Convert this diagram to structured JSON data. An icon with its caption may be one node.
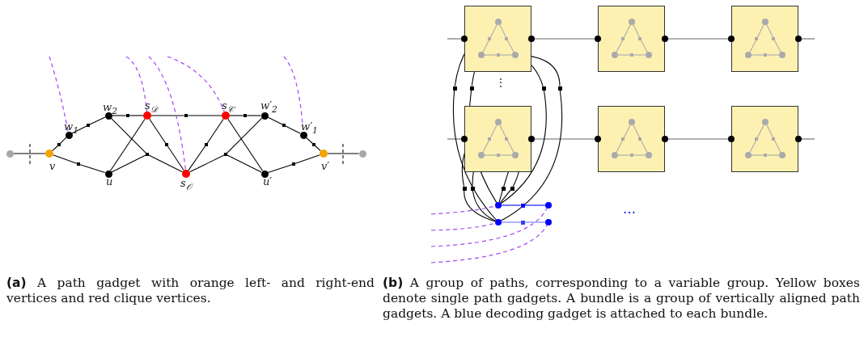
{
  "diagram": {
    "nodes": [
      {
        "text": [],
        "shape": "circle"
      },
      {
        "text": [],
        "shape": "circle",
        "beside": [
          "v"
        ]
      },
      {
        "text": [],
        "shape": "circle",
        "beside": [
          "w$_{1}$"
        ]
      },
      {
        "text": [],
        "shape": "circle",
        "beside": [
          "w$_{2}$"
        ]
      },
      {
        "text": [],
        "shape": "circle",
        "beside": [
          "s$_{𝒟}$"
        ]
      },
      {
        "text": [],
        "shape": "circle",
        "beside": [
          "s$_{𝒞}$"
        ]
      },
      {
        "text": [],
        "shape": "circle",
        "beside": [
          "w′$_{2}$"
        ]
      },
      {
        "text": [],
        "shape": "circle",
        "beside": [
          "w′$_{1}$"
        ]
      },
      {
        "text": [],
        "shape": "circle",
        "beside": [
          "v′"
        ]
      },
      {
        "text": [],
        "shape": "circle"
      },
      {
        "text": [],
        "shape": "circle",
        "beside": [
          "u"
        ]
      },
      {
        "text": [],
        "shape": "circle",
        "beside": [
          "s$_{𝒪}$"
        ]
      },
      {
        "text": [],
        "shape": "circle",
        "beside": [
          "u′"
        ]
      },
      {
        "text": [],
        "shape": "box"
      },
      {
        "text": [],
        "shape": "box"
      },
      {
        "text": [],
        "shape": "box"
      },
      {
        "text": [],
        "shape": "box"
      },
      {
        "text": [],
        "shape": "box"
      },
      {
        "text": [],
        "shape": "box"
      },
      {
        "text": [],
        "shape": "box"
      },
      {
        "text": [],
        "shape": "box"
      },
      {
        "text": [],
        "shape": "box"
      },
      {
        "text": [],
        "shape": "box"
      },
      {
        "text": [],
        "shape": "box"
      },
      {
        "text": [],
        "shape": "box"
      },
      {
        "text": [],
        "shape": "box"
      },
      {
        "text": [],
        "shape": "box"
      },
      {
        "text": [],
        "shape": "circle",
        "in": 26
      },
      {
        "text": [],
        "shape": "circle",
        "in": 26
      },
      {
        "text": [],
        "shape": "circle",
        "in": 26
      },
      {
        "text": [],
        "shape": "box",
        "in": 26
      },
      {
        "text": [],
        "shape": "box",
        "in": 26
      },
      {
        "text": [],
        "shape": "box",
        "in": 26
      },
      {
        "text": [],
        "shape": "box"
      },
      {
        "text": [],
        "shape": "circle",
        "in": 33
      },
      {
        "text": [],
        "shape": "circle",
        "in": 33
      },
      {
        "text": [],
        "shape": "circle",
        "in": 33
      },
      {
        "text": [],
        "shape": "box",
        "in": 33
      },
      {
        "text": [],
        "shape": "box",
        "in": 33
      },
      {
        "text": [],
        "shape": "box",
        "in": 33
      },
      {
        "text": [],
        "shape": "box"
      },
      {
        "text": [],
        "shape": "circle",
        "in": 40
      },
      {
        "text": [],
        "shape": "circle",
        "in": 40
      },
      {
        "text": [],
        "shape": "circle",
        "in": 40
      },
      {
        "text": [],
        "shape": "box",
        "in": 40
      },
      {
        "text": [],
        "shape": "box",
        "in": 40
      },
      {
        "text": [],
        "shape": "box",
        "in": 40
      },
      {
        "text": [],
        "shape": "box"
      },
      {
        "text": [],
        "shape": "circle",
        "in": 47
      },
      {
        "text": [],
        "shape": "circle",
        "in": 47
      },
      {
        "text": [],
        "shape": "circle",
        "in": 47
      },
      {
        "text": [],
        "shape": "box",
        "in": 47
      },
      {
        "text": [],
        "shape": "box",
        "in": 47
      },
      {
        "text": [],
        "shape": "box",
        "in": 47
      },
      {
        "text": [],
        "shape": "box"
      },
      {
        "text": [],
        "shape": "circle",
        "in": 54
      },
      {
        "text": [],
        "shape": "circle",
        "in": 54
      },
      {
        "text": [],
        "shape": "circle",
        "in": 54
      },
      {
        "text": [],
        "shape": "box",
        "in": 54
      },
      {
        "text": [],
        "shape": "box",
        "in": 54
      },
      {
        "text": [],
        "shape": "box",
        "in": 54
      },
      {
        "text": [],
        "shape": "box"
      },
      {
        "text": [],
        "shape": "circle",
        "in": 61
      },
      {
        "text": [],
        "shape": "circle",
        "in": 61
      },
      {
        "text": [],
        "shape": "circle",
        "in": 61
      },
      {
        "text": [],
        "shape": "box",
        "in": 61
      },
      {
        "text": [],
        "shape": "box",
        "in": 61
      },
      {
        "text": [],
        "shape": "box",
        "in": 61
      },
      {
        "text": [],
        "shape": "circle"
      },
      {
        "text": [],
        "shape": "circle"
      },
      {
        "text": [],
        "shape": "circle"
      },
      {
        "text": [],
        "shape": "circle"
      },
      {
        "text": [],
        "shape": "circle"
      },
      {
        "text": [],
        "shape": "circle"
      },
      {
        "text": [],
        "shape": "circle"
      },
      {
        "text": [],
        "shape": "circle"
      },
      {
        "text": [],
        "shape": "circle"
      },
      {
        "text": [],
        "shape": "circle"
      },
      {
        "text": [],
        "shape": "circle"
      },
      {
        "text": [],
        "shape": "circle"
      },
      {
        "text": [],
        "shape": "box"
      },
      {
        "text": [],
        "shape": "box"
      },
      {
        "text": [],
        "shape": "box"
      },
      {
        "text": [],
        "shape": "box"
      },
      {
        "text": [],
        "shape": "box"
      },
      {
        "text": [],
        "shape": "box"
      },
      {
        "text": [],
        "shape": "box"
      },
      {
        "text": [],
        "shape": "box"
      },
      {
        "text": [],
        "shape": "circle"
      },
      {
        "text": [],
        "shape": "box"
      },
      {
        "text": [],
        "shape": "circle"
      },
      {
        "text": [],
        "shape": "circle"
      },
      {
        "text": [],
        "shape": "box"
      },
      {
        "text": [],
        "shape": "circle"
      }
    ],
    "edges": [
      {
        "from": 0,
        "to": 1,
        "arrow": "none"
      },
      {
        "from": 1,
        "to": 13,
        "arrow": "none"
      },
      {
        "from": 13,
        "to": 2,
        "arrow": "none"
      },
      {
        "from": 2,
        "to": 14,
        "arrow": "none"
      },
      {
        "from": 14,
        "to": 3,
        "arrow": "none"
      },
      {
        "from": 1,
        "to": 15,
        "arrow": "none"
      },
      {
        "from": 15,
        "to": 10,
        "arrow": "none"
      },
      {
        "from": 3,
        "to": 16,
        "arrow": "none"
      },
      {
        "from": 16,
        "to": 4,
        "arrow": "none"
      },
      {
        "from": 4,
        "to": 17,
        "arrow": "none"
      },
      {
        "from": 17,
        "to": 5,
        "arrow": "none"
      },
      {
        "from": 5,
        "to": 18,
        "arrow": "none"
      },
      {
        "from": 18,
        "to": 6,
        "arrow": "none"
      },
      {
        "from": 6,
        "to": 19,
        "arrow": "none"
      },
      {
        "from": 19,
        "to": 7,
        "arrow": "none"
      },
      {
        "from": 7,
        "to": 20,
        "arrow": "none"
      },
      {
        "from": 20,
        "to": 8,
        "arrow": "none"
      },
      {
        "from": 12,
        "to": 21,
        "arrow": "none"
      },
      {
        "from": 21,
        "to": 8,
        "arrow": "none"
      },
      {
        "from": 8,
        "to": 9,
        "arrow": "none"
      },
      {
        "from": 4,
        "to": 10,
        "arrow": "none"
      },
      {
        "from": 4,
        "to": 22,
        "arrow": "none"
      },
      {
        "from": 22,
        "to": 11,
        "arrow": "none"
      },
      {
        "from": 5,
        "to": 23,
        "arrow": "none"
      },
      {
        "from": 23,
        "to": 11,
        "arrow": "none"
      },
      {
        "from": 5,
        "to": 12,
        "arrow": "none"
      },
      {
        "from": 3,
        "to": 24,
        "arrow": "none"
      },
      {
        "from": 10,
        "to": 24,
        "arrow": "none"
      },
      {
        "from": 24,
        "to": 11,
        "arrow": "none"
      },
      {
        "from": 6,
        "to": 25,
        "arrow": "none"
      },
      {
        "from": 12,
        "to": 25,
        "arrow": "none"
      },
      {
        "from": 25,
        "to": 11,
        "arrow": "none"
      },
      {
        "from": null,
        "to": 2,
        "arrow": "none",
        "style": "dashed",
        "color": "#a347f0"
      },
      {
        "from": null,
        "to": 4,
        "arrow": "none",
        "style": "dashed",
        "color": "#a347f0"
      },
      {
        "from": null,
        "to": 11,
        "arrow": "none",
        "style": "dashed",
        "color": "#a347f0"
      },
      {
        "from": null,
        "to": 5,
        "arrow": "none",
        "style": "dashed",
        "color": "#a347f0"
      },
      {
        "from": null,
        "to": 7,
        "arrow": "none",
        "style": "dashed",
        "color": "#a347f0"
      },
      {
        "from": 27,
        "to": 30,
        "arrow": "none",
        "color": "#aaaaaa"
      },
      {
        "from": 30,
        "to": 28,
        "arrow": "none",
        "color": "#aaaaaa"
      },
      {
        "from": 27,
        "to": 31,
        "arrow": "none",
        "color": "#aaaaaa"
      },
      {
        "from": 31,
        "to": 29,
        "arrow": "none",
        "color": "#aaaaaa"
      },
      {
        "from": 28,
        "to": 32,
        "arrow": "none",
        "color": "#aaaaaa"
      },
      {
        "from": 32,
        "to": 29,
        "arrow": "none",
        "color": "#aaaaaa"
      },
      {
        "from": 34,
        "to": 37,
        "arrow": "none",
        "color": "#aaaaaa"
      },
      {
        "from": 37,
        "to": 35,
        "arrow": "none",
        "color": "#aaaaaa"
      },
      {
        "from": 34,
        "to": 38,
        "arrow": "none",
        "color": "#aaaaaa"
      },
      {
        "from": 38,
        "to": 36,
        "arrow": "none",
        "color": "#aaaaaa"
      },
      {
        "from": 35,
        "to": 39,
        "arrow": "none",
        "color": "#aaaaaa"
      },
      {
        "from": 39,
        "to": 36,
        "arrow": "none",
        "color": "#aaaaaa"
      },
      {
        "from": 41,
        "to": 44,
        "arrow": "none",
        "color": "#aaaaaa"
      },
      {
        "from": 44,
        "to": 42,
        "arrow": "none",
        "color": "#aaaaaa"
      },
      {
        "from": 41,
        "to": 45,
        "arrow": "none",
        "color": "#aaaaaa"
      },
      {
        "from": 45,
        "to": 43,
        "arrow": "none",
        "color": "#aaaaaa"
      },
      {
        "from": 42,
        "to": 46,
        "arrow": "none",
        "color": "#aaaaaa"
      },
      {
        "from": 46,
        "to": 43,
        "arrow": "none",
        "color": "#aaaaaa"
      },
      {
        "from": 48,
        "to": 51,
        "arrow": "none",
        "color": "#aaaaaa"
      },
      {
        "from": 51,
        "to": 49,
        "arrow": "none",
        "color": "#aaaaaa"
      },
      {
        "from": 48,
        "to": 52,
        "arrow": "none",
        "color": "#aaaaaa"
      },
      {
        "from": 52,
        "to": 50,
        "arrow": "none",
        "color": "#aaaaaa"
      },
      {
        "from": 49,
        "to": 53,
        "arrow": "none",
        "color": "#aaaaaa"
      },
      {
        "from": 53,
        "to": 50,
        "arrow": "none",
        "color": "#aaaaaa"
      },
      {
        "from": 55,
        "to": 58,
        "arrow": "none",
        "color": "#aaaaaa"
      },
      {
        "from": 58,
        "to": 56,
        "arrow": "none",
        "color": "#aaaaaa"
      },
      {
        "from": 55,
        "to": 59,
        "arrow": "none",
        "color": "#aaaaaa"
      },
      {
        "from": 59,
        "to": 57,
        "arrow": "none",
        "color": "#aaaaaa"
      },
      {
        "from": 56,
        "to": 60,
        "arrow": "none",
        "color": "#aaaaaa"
      },
      {
        "from": 60,
        "to": 57,
        "arrow": "none",
        "color": "#aaaaaa"
      },
      {
        "from": 62,
        "to": 65,
        "arrow": "none",
        "color": "#aaaaaa"
      },
      {
        "from": 65,
        "to": 63,
        "arrow": "none",
        "color": "#aaaaaa"
      },
      {
        "from": 62,
        "to": 66,
        "arrow": "none",
        "color": "#aaaaaa"
      },
      {
        "from": 66,
        "to": 64,
        "arrow": "none",
        "color": "#aaaaaa"
      },
      {
        "from": 63,
        "to": 67,
        "arrow": "none",
        "color": "#aaaaaa"
      },
      {
        "from": 67,
        "to": 64,
        "arrow": "none",
        "color": "#aaaaaa"
      },
      {
        "from": null,
        "to": 68,
        "arrow": "none",
        "color": "#666666"
      },
      {
        "from": 69,
        "to": 70,
        "arrow": "none",
        "color": "#666666"
      },
      {
        "from": 71,
        "to": 72,
        "arrow": "none",
        "color": "#666666"
      },
      {
        "from": 73,
        "to": null,
        "arrow": "none",
        "color": "#666666"
      },
      {
        "from": null,
        "to": 74,
        "arrow": "none",
        "color": "#666666"
      },
      {
        "from": 75,
        "to": 76,
        "arrow": "none",
        "color": "#666666"
      },
      {
        "from": 77,
        "to": 78,
        "arrow": "none",
        "color": "#666666"
      },
      {
        "from": 79,
        "to": null,
        "arrow": "none",
        "color": "#666666"
      },
      {
        "from": 27,
        "to": 80,
        "arrow": "none"
      },
      {
        "from": 80,
        "to": 91,
        "arrow": "none"
      },
      {
        "from": 28,
        "to": 81,
        "arrow": "none"
      },
      {
        "from": 81,
        "to": 88,
        "arrow": "none"
      },
      {
        "from": 29,
        "to": 82,
        "arrow": "none"
      },
      {
        "from": 82,
        "to": 88,
        "arrow": "none"
      },
      {
        "from": 29,
        "to": 83,
        "arrow": "none"
      },
      {
        "from": 83,
        "to": 91,
        "arrow": "none"
      },
      {
        "from": 48,
        "to": 84,
        "arrow": "none"
      },
      {
        "from": 84,
        "to": 91,
        "arrow": "none"
      },
      {
        "from": 49,
        "to": 85,
        "arrow": "none"
      },
      {
        "from": 85,
        "to": 91,
        "arrow": "none"
      },
      {
        "from": 50,
        "to": 86,
        "arrow": "none"
      },
      {
        "from": 86,
        "to": 88,
        "arrow": "none"
      },
      {
        "from": 48,
        "to": 87,
        "arrow": "none"
      },
      {
        "from": 87,
        "to": 88,
        "arrow": "none"
      },
      {
        "from": 88,
        "to": 89,
        "arrow": "none",
        "color": "#0000ff"
      },
      {
        "from": 89,
        "to": 90,
        "arrow": "none",
        "color": "#0000ff"
      },
      {
        "from": 91,
        "to": 92,
        "arrow": "none",
        "color": "#7373ff"
      },
      {
        "from": 92,
        "to": 93,
        "arrow": "none",
        "color": "#7373ff"
      },
      {
        "from": null,
        "to": 88,
        "arrow": "none",
        "style": "dashed",
        "color": "#a347f0"
      },
      {
        "from": null,
        "to": 91,
        "arrow": "none",
        "style": "dashed",
        "color": "#a347f0"
      },
      {
        "from": null,
        "to": 90,
        "arrow": "none",
        "style": "dashed",
        "color": "#a347f0"
      },
      {
        "from": null,
        "to": 93,
        "arrow": "none",
        "style": "dashed",
        "color": "#a347f0"
      }
    ],
    "labels": [
      "⋮",
      "…",
      "**(a)** A path gadget with orange left- and right-end vertices and red clique vertices.",
      "**(b)** A group of paths, corresponding to a variable group. Yellow boxes denote single path gadgets. A bundle is a group of vertically aligned path gadgets. A blue decoding gadget is attached to each bundle."
    ]
  }
}
